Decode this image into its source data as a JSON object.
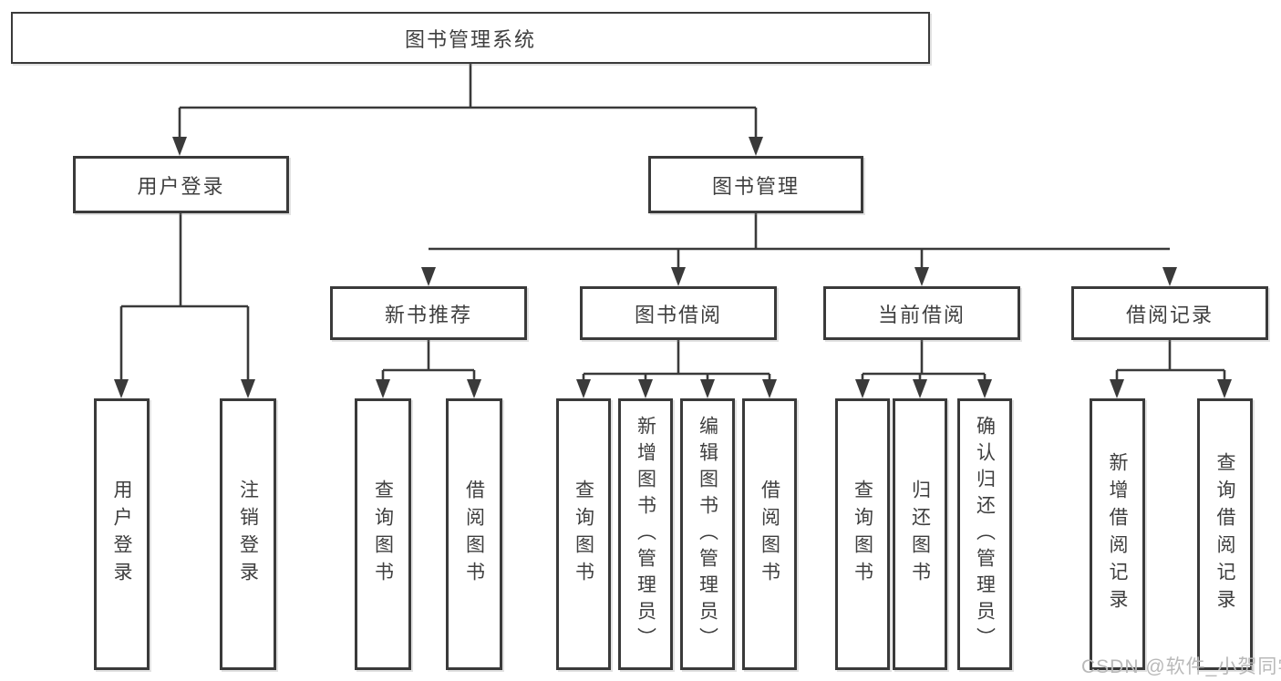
{
  "watermark": "CSDN @软件_小贺同学",
  "colors": {
    "line": "#3a3a3a",
    "box_border": "#3a3a3a",
    "text": "#3f3f3f",
    "watermark_text": "#b9b9b9",
    "background": "#ffffff"
  },
  "tree": {
    "root": "图书管理系统",
    "branches": [
      {
        "label": "用户登录",
        "children": [
          {
            "label": "用户登录"
          },
          {
            "label": "注销登录"
          }
        ]
      },
      {
        "label": "图书管理",
        "children": [
          {
            "label": "新书推荐",
            "children": [
              {
                "label": "查询图书"
              },
              {
                "label": "借阅图书"
              }
            ]
          },
          {
            "label": "图书借阅",
            "children": [
              {
                "label": "查询图书"
              },
              {
                "label": "新增图书（管理员）"
              },
              {
                "label": "编辑图书（管理员）"
              },
              {
                "label": "借阅图书"
              }
            ]
          },
          {
            "label": "当前借阅",
            "children": [
              {
                "label": "查询图书"
              },
              {
                "label": "归还图书"
              },
              {
                "label": "确认归还（管理员）"
              }
            ]
          },
          {
            "label": "借阅记录",
            "children": [
              {
                "label": "新增借阅记录"
              },
              {
                "label": "查询借阅记录"
              }
            ]
          }
        ]
      }
    ]
  }
}
